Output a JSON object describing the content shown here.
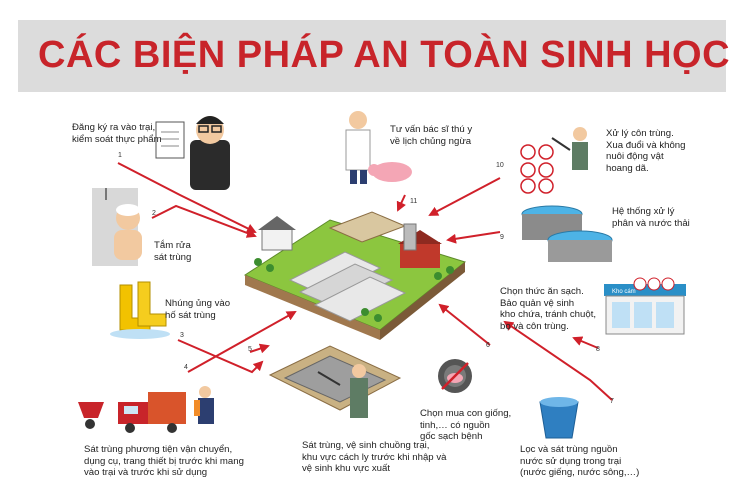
{
  "title": "CÁC BIỆN PHÁP AN TOÀN SINH HỌC",
  "steps": [
    {
      "number": "1",
      "label": "Đăng ký ra vào trại,\nkiểm soát thực phẩm"
    },
    {
      "number": "2",
      "label": "Tắm rửa\nsát trùng"
    },
    {
      "number": "3",
      "label": "Nhúng ủng vào\nhố sát trùng"
    },
    {
      "number": "4",
      "label": "Sát trùng phương tiện vận chuyển,\ndụng cụ, trang thiết bị trước khi mang\nvào trại và trước khi sử dụng"
    },
    {
      "number": "5",
      "label": "Sát trùng, vệ sinh chuồng trại,\nkhu vực cách ly trước khi nhập và\nvệ sinh khu vực xuất"
    },
    {
      "number": "6",
      "label": "Chọn mua con giống,\ntinh,… có nguồn\ngốc sạch bệnh"
    },
    {
      "number": "7",
      "label": "Lọc và sát trùng nguồn\nnước sử dụng trong trại\n(nước giếng, nước sông,…)"
    },
    {
      "number": "8",
      "label": "Chọn thức ăn sạch.\nBảo quản vệ sinh\nkho chứa, tránh chuột,\nbọ và côn trùng."
    },
    {
      "number": "9",
      "label": "Hệ thống xử lý\nphân và nước thải"
    },
    {
      "number": "10",
      "label": "Xử lý côn trùng.\nXua đuổi và không\nnuôi động vật\nhoang dã."
    },
    {
      "number": "11",
      "label": "Tư vấn bác sĩ thú y\nvề lịch chủng ngừa"
    }
  ],
  "store_sign": "Kho cám",
  "colors": {
    "title_red": "#c8242a",
    "arrow_red": "#d0202a",
    "band_grey": "#dcdcdc",
    "grass": "#8cc63f",
    "soil": "#a0784e"
  },
  "icons": [
    "clipboard-icon",
    "shower-icon",
    "boots-icon",
    "truck-icon",
    "sprayer-icon",
    "pathogen-icon",
    "bucket-icon",
    "store-icon",
    "tank-icon",
    "insect-ban-icon",
    "vet-icon",
    "pig-icon"
  ]
}
